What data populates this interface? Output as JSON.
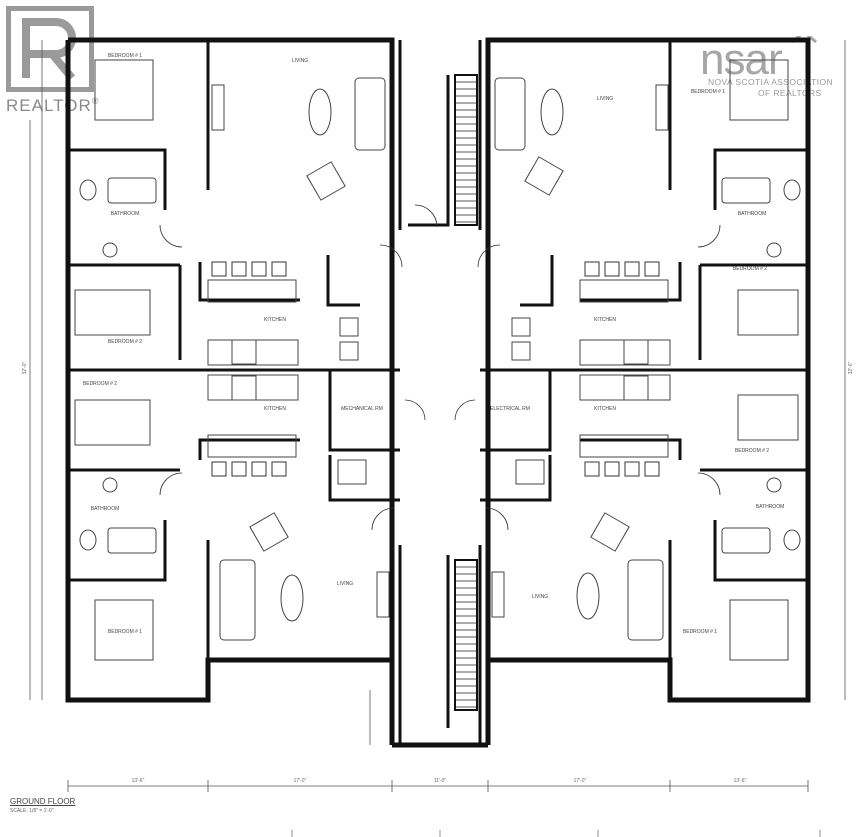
{
  "watermark": {
    "brand": "REALTOR",
    "registered": "®",
    "assoc_logo": "nsar",
    "assoc_line1": "NOVA SCOTIA ASSOCIATION",
    "assoc_line2": "OF REALTORS"
  },
  "plan": {
    "title": "GROUND FLOOR",
    "scale": "SCALE: 1/8\" = 1'-0\"",
    "rooms": {
      "bedroom1": "BEDROOM # 1",
      "bedroom2": "BEDROOM # 2",
      "living": "LIVING",
      "bathroom": "BATHROOM",
      "kitchen": "KITCHEN",
      "mechanical": "MECHANICAL RM",
      "electrical": "ELECTRICAL RM"
    },
    "bottom_dims": [
      "13'-6\"",
      "17'-0\"",
      "11'-0\"",
      "17'-0\"",
      "13'-6\""
    ],
    "side_dims": [
      "32'-0\"",
      "32'-0\""
    ]
  }
}
